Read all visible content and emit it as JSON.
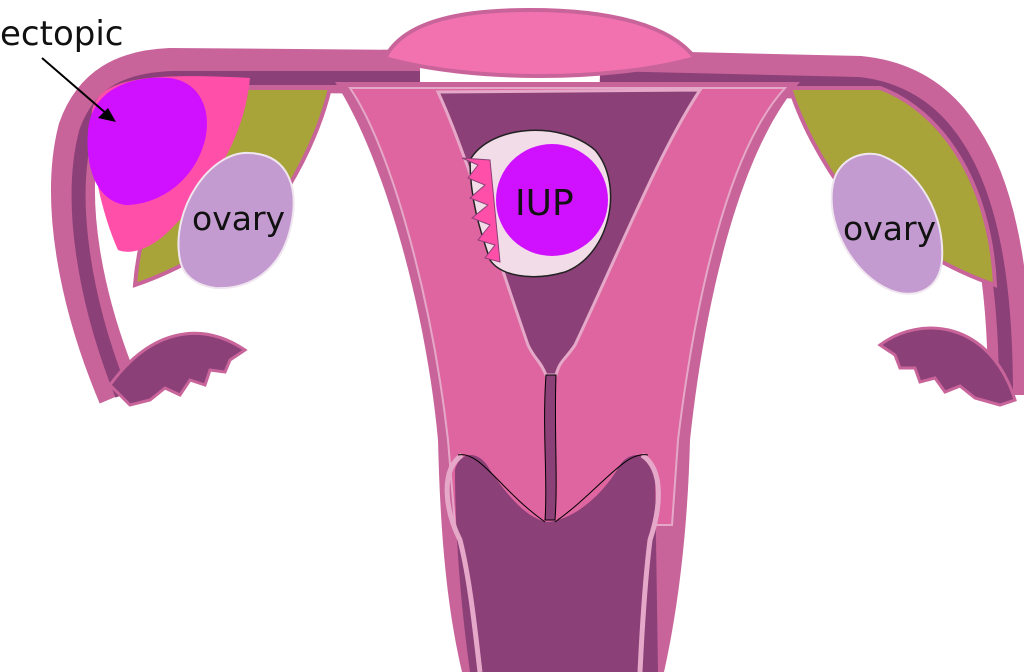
{
  "labels": {
    "ectopic": "ectopic",
    "ovary_left": "ovary",
    "iup": "IUP",
    "ovary_right": "ovary"
  },
  "colors": {
    "outer_wall": "#c8649a",
    "dark_tissue": "#8b4078",
    "uterine_wall": "#de65a0",
    "fundus": "#f272b0",
    "ectopic_pregnancy": "#d011ff",
    "ectopic_surround": "#ff4fa8",
    "ligament": "#a8a43a",
    "ovary": "#c49bd0",
    "gestational_sac": "#f2dce8"
  }
}
